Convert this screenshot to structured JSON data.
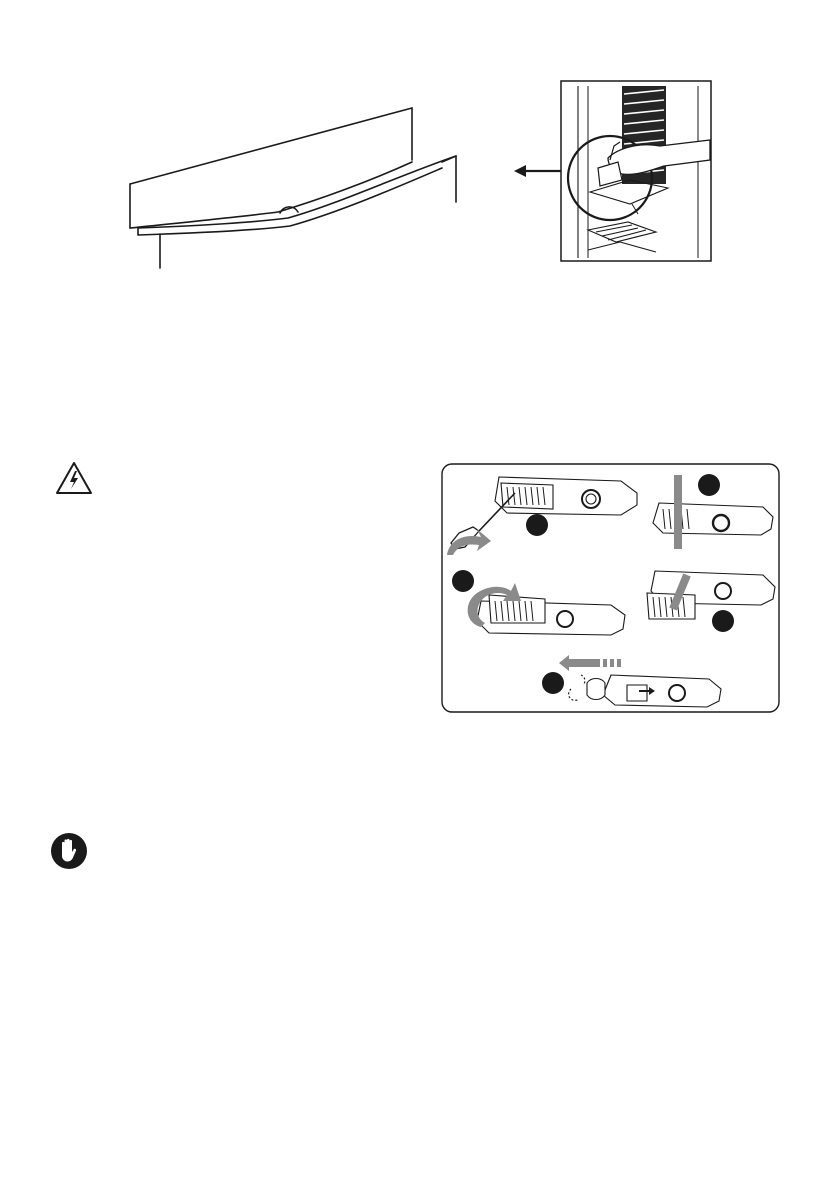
{
  "page": {
    "background": "#ffffff",
    "ink": "#1a1a1a"
  },
  "figures": {
    "shelf": {
      "icon": "glass-shelf-drawing"
    },
    "interior": {
      "icon": "fridge-interior-removal-drawing",
      "arrow": "arrow-left-icon"
    },
    "lamp_steps": {
      "icon": "lamp-cover-replacement-steps",
      "accent": "#8a8a8a",
      "step_markers": [
        "step-marker-1",
        "step-marker-2",
        "step-marker-3",
        "step-marker-4",
        "step-marker-5"
      ]
    }
  },
  "notices": {
    "electrical": {
      "icon": "electric-shock-warning-icon"
    },
    "important": {
      "icon": "stop-hand-icon"
    }
  }
}
